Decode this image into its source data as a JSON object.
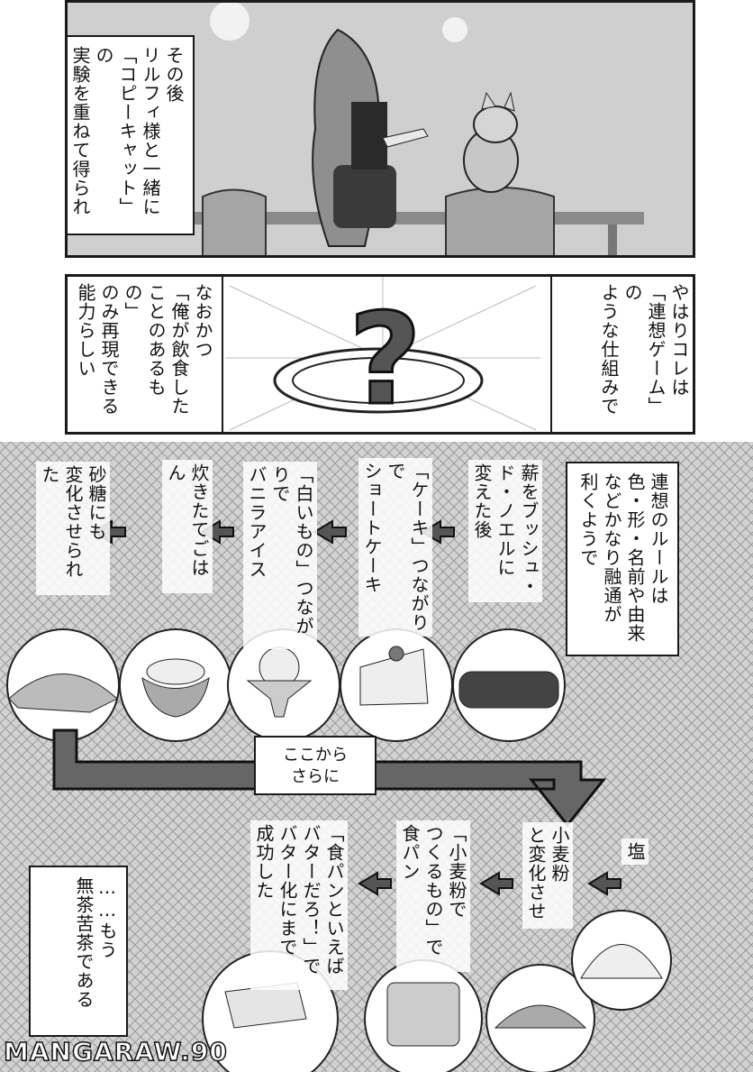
{
  "panel1": {
    "narration": "その後\nリルフィ様と一緒に\n「コピーキャット」の\n実験を重ねて得られた\n結論としては――"
  },
  "panel2": {
    "narration_right": "やはりコレは\n「連想ゲーム」の\nような仕組みで",
    "narration_left": "なおかつ\n「俺が飲食した\nことのあるもの」\nのみ再現できる\n能力らしい"
  },
  "panel3": {
    "rule_box": "連想のルールは\n色・形・名前や由来\nなどかなり融通が\n利くようで",
    "step1": "薪をブッシュ・\nド・ノエルに\n変えた後",
    "step2": "「ケーキ」つながりで\nショートケーキ",
    "step3": "「白いもの」つながりで\nバニラアイス",
    "step4": "炊きたてごはん",
    "step5": "砂糖にも\n変化させられた",
    "connector": "ここから\nさらに",
    "salt": "塩",
    "step6": "小麦粉\nと変化させ",
    "step7": "「小麦粉で\nつくるもの」で\n食パン",
    "step8": "「食パンといえば\nバターだろ！」で\nバター化にまで\n成功した",
    "closing": "……もう\n無茶苦茶である"
  },
  "watermark": "MANGARAW.90"
}
